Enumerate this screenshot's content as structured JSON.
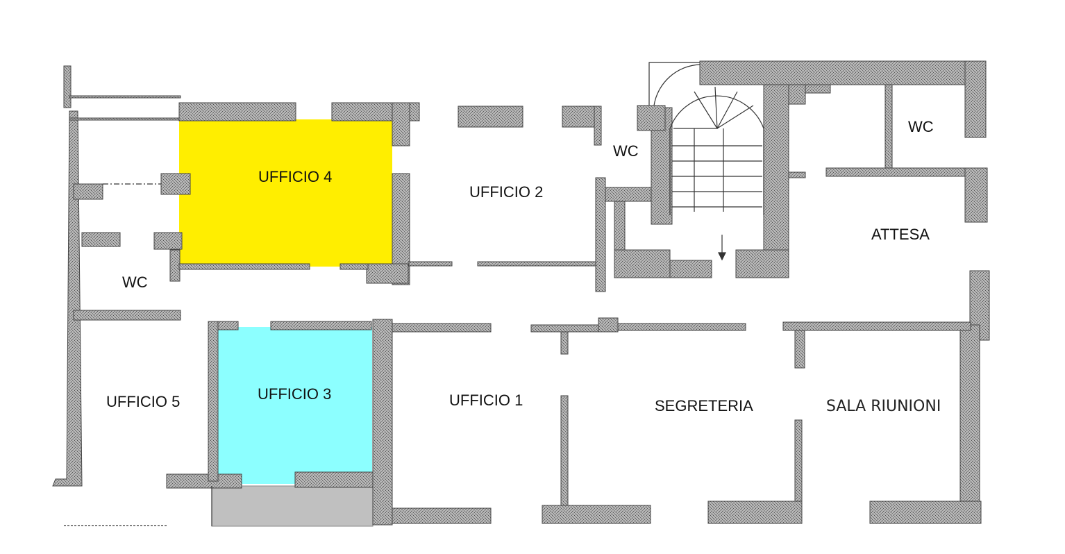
{
  "plan": {
    "rooms": {
      "ufficio4": "UFFICIO 4",
      "ufficio2": "UFFICIO 2",
      "ufficio3": "UFFICIO 3",
      "ufficio1": "UFFICIO 1",
      "ufficio5": "UFFICIO 5",
      "segreteria": "SEGRETERIA",
      "sala_riunioni": "SALA RIUNIONI",
      "attesa": "ATTESA",
      "wc_left": "WC",
      "wc_center": "WC",
      "wc_right": "WC"
    },
    "colors": {
      "ufficio4_fill": "#ffee00",
      "ufficio3_fill": "#8cffff",
      "balcony_fill": "#c0c0c0",
      "wall_fill": "#8a8a8a"
    }
  }
}
